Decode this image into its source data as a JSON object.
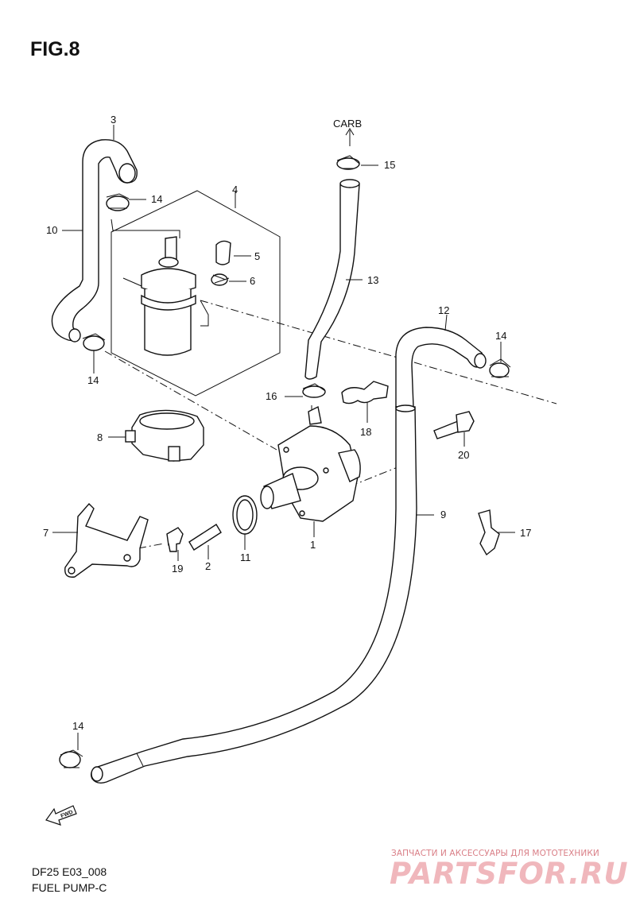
{
  "figure": {
    "title": "FIG.8"
  },
  "footer": {
    "code": "DF25 E03_008",
    "caption": "FUEL PUMP-C"
  },
  "callouts": {
    "p1": "1",
    "p2": "2",
    "p3": "3",
    "p4": "4",
    "p5": "5",
    "p6": "6",
    "p7": "7",
    "p8": "8",
    "p9": "9",
    "p10": "10",
    "p11": "11",
    "p12": "12",
    "p13": "13",
    "p14a": "14",
    "p14b": "14",
    "p14c": "14",
    "p14d": "14",
    "p15": "15",
    "p16": "16",
    "p17": "17",
    "p18": "18",
    "p19": "19",
    "p20": "20"
  },
  "carb_label": "CARB",
  "fwd_label": "FWD",
  "watermark": {
    "tagline": "ЗАПЧАСТИ И АКСЕССУАРЫ ДЛЯ МОТОТЕХНИКИ",
    "logo": "PARTSFOR.RU"
  }
}
